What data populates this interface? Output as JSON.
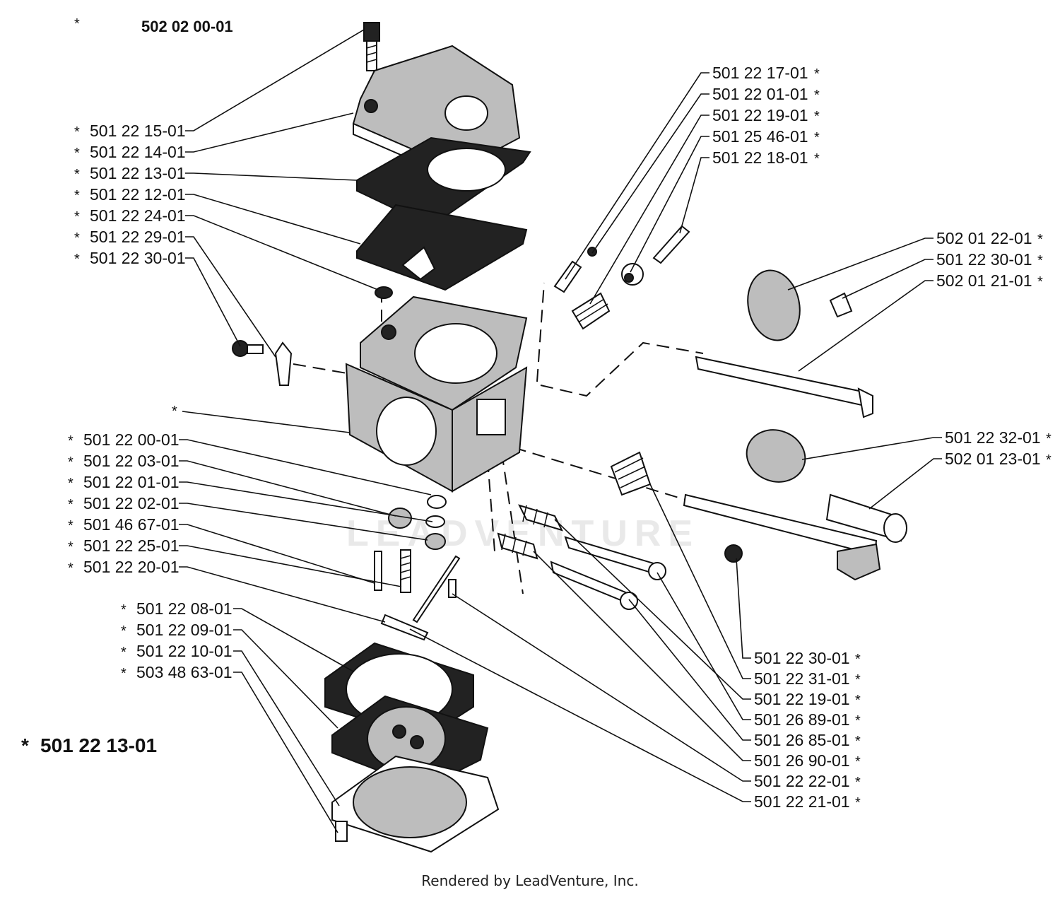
{
  "header": {
    "assembly_star": "*",
    "assembly_number": "502 02 00-01"
  },
  "kit": {
    "star": "*",
    "number": "501 22 13-01"
  },
  "watermark": "LEADVENTURE",
  "footer": "Rendered by LeadVenture, Inc.",
  "star_symbol": "*",
  "left_upper_labels": [
    "501 22 15-01",
    "501 22 14-01",
    "501 22 13-01",
    "501 22 12-01",
    "501 22 24-01",
    "501 22 29-01",
    "501 22 30-01"
  ],
  "body_star": "*",
  "left_middle_labels": [
    "501 22 00-01",
    "501 22 03-01",
    "501 22 01-01",
    "501 22 02-01",
    "501 46 67-01",
    "501 22 25-01",
    "501 22 20-01"
  ],
  "left_lower_labels": [
    "501 22 08-01",
    "501 22 09-01",
    "501 22 10-01",
    "503 48 63-01"
  ],
  "top_right_labels": [
    "501 22 17-01",
    "501 22 01-01",
    "501 22 19-01",
    "501 25 46-01",
    "501 22 18-01"
  ],
  "right_upper_labels": [
    "502 01 22-01",
    "501 22 30-01",
    "502 01 21-01"
  ],
  "right_middle_labels": [
    "501 22 32-01",
    "502 01 23-01"
  ],
  "right_lower_labels": [
    "501 22 30-01",
    "501 22 31-01",
    "501 22 19-01",
    "501 26 89-01",
    "501 26 85-01",
    "501 26 90-01",
    "501 22 22-01",
    "501 22 21-01"
  ]
}
